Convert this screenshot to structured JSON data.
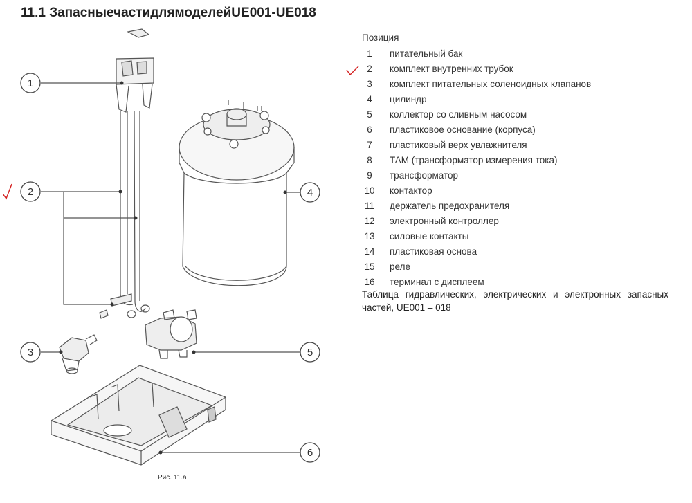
{
  "heading": "11.1  ЗапасныечастидлямоделейUE001-UE018",
  "figure": {
    "callouts": [
      "1",
      "2",
      "3",
      "4",
      "5",
      "6"
    ],
    "caption": "Рис. 11.a"
  },
  "table": {
    "header": "Позиция",
    "checked_row": "2",
    "rows": [
      {
        "num": "1",
        "name": "питательный бак"
      },
      {
        "num": "2",
        "name": "комплект внутренних трубок"
      },
      {
        "num": "3",
        "name": "комплект питательных соленоидных клапанов"
      },
      {
        "num": "4",
        "name": "цилиндр"
      },
      {
        "num": "5",
        "name": "коллектор со сливным насосом"
      },
      {
        "num": "6",
        "name": "пластиковое основание (корпуса)"
      },
      {
        "num": "7",
        "name": "пластиковый верх увлажнителя"
      },
      {
        "num": "8",
        "name": "ТАМ (трансформатор измерения тока)"
      },
      {
        "num": "9",
        "name": "трансформатор"
      },
      {
        "num": "10",
        "name": "контактор"
      },
      {
        "num": "11",
        "name": "держатель предохранителя"
      },
      {
        "num": "12",
        "name": "электронный контроллер"
      },
      {
        "num": "13",
        "name": "силовые контакты"
      },
      {
        "num": "14",
        "name": "пластиковая основа"
      },
      {
        "num": "15",
        "name": "реле"
      },
      {
        "num": "16",
        "name": "терминал с дисплеем"
      }
    ],
    "caption": "Таблица гидравлических, электрических и электронных запасных частей, UE001 – 018"
  },
  "colors": {
    "check_mark": "#d42020",
    "ink": "#333333"
  }
}
